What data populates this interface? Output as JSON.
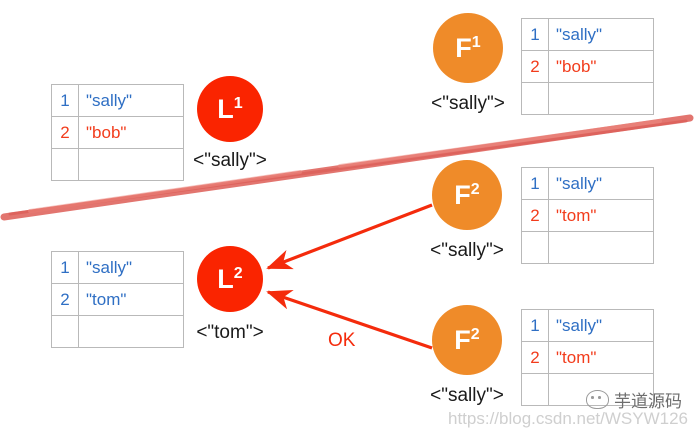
{
  "diagram": {
    "title": "Leader/Follower replication log divergence diagram",
    "colors": {
      "leader_red": "#fa2400",
      "follower_orange": "#ef8b29",
      "arrow_red": "#f42b0c",
      "divider_salmon": "#e06a63",
      "value_blue": "#2f6fc4",
      "value_red": "#f23c1c",
      "table_border": "#b9b9b9"
    },
    "nodes": [
      {
        "id": "L1",
        "kind": "leader",
        "letter": "L",
        "superscript": "1",
        "caption": "<\"sally\">"
      },
      {
        "id": "F1",
        "kind": "follower",
        "letter": "F",
        "superscript": "1",
        "caption": "<\"sally\">"
      },
      {
        "id": "F2a",
        "kind": "follower",
        "letter": "F",
        "superscript": "2",
        "caption": "<\"sally\">"
      },
      {
        "id": "L2",
        "kind": "leader",
        "letter": "L",
        "superscript": "2",
        "caption": "<\"tom\">"
      },
      {
        "id": "F2b",
        "kind": "follower",
        "letter": "F",
        "superscript": "2",
        "caption": "<\"sally\">"
      }
    ],
    "tables": [
      {
        "id": "table-L1",
        "rows": [
          {
            "index": "1",
            "value": "\"sally\"",
            "index_color": "blue",
            "value_color": "blue"
          },
          {
            "index": "2",
            "value": "\"bob\"",
            "index_color": "red",
            "value_color": "red"
          },
          {
            "index": "",
            "value": "",
            "index_color": "blue",
            "value_color": "blue"
          }
        ]
      },
      {
        "id": "table-F1",
        "rows": [
          {
            "index": "1",
            "value": "\"sally\"",
            "index_color": "blue",
            "value_color": "blue"
          },
          {
            "index": "2",
            "value": "\"bob\"",
            "index_color": "red",
            "value_color": "red"
          },
          {
            "index": "",
            "value": "",
            "index_color": "blue",
            "value_color": "blue"
          }
        ]
      },
      {
        "id": "table-F2a",
        "rows": [
          {
            "index": "1",
            "value": "\"sally\"",
            "index_color": "blue",
            "value_color": "blue"
          },
          {
            "index": "2",
            "value": "\"tom\"",
            "index_color": "red",
            "value_color": "red"
          },
          {
            "index": "",
            "value": "",
            "index_color": "blue",
            "value_color": "blue"
          }
        ]
      },
      {
        "id": "table-L2",
        "rows": [
          {
            "index": "1",
            "value": "\"sally\"",
            "index_color": "blue",
            "value_color": "blue"
          },
          {
            "index": "2",
            "value": "\"tom\"",
            "index_color": "blue",
            "value_color": "blue"
          },
          {
            "index": "",
            "value": "",
            "index_color": "blue",
            "value_color": "blue"
          }
        ]
      },
      {
        "id": "table-F2b",
        "rows": [
          {
            "index": "1",
            "value": "\"sally\"",
            "index_color": "blue",
            "value_color": "blue"
          },
          {
            "index": "2",
            "value": "\"tom\"",
            "index_color": "red",
            "value_color": "red"
          },
          {
            "index": "",
            "value": "",
            "index_color": "blue",
            "value_color": "blue"
          }
        ]
      }
    ],
    "annotations": {
      "ok_label": "OK"
    },
    "watermarks": {
      "url": "https://blog.csdn.net/WSYW126",
      "brand": "芋道源码"
    }
  }
}
